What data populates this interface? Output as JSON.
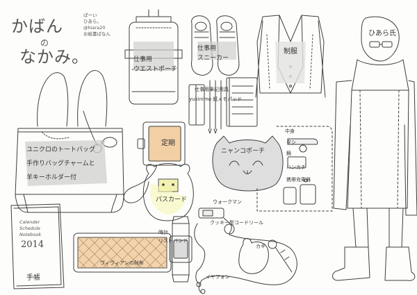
{
  "title": {
    "line1": "かばん",
    "no": "の",
    "line2": "なかみ。"
  },
  "credit": [
    "ぱーい",
    "ひあら。",
    "@hiara20",
    "お絵書ばなん"
  ],
  "items": {
    "tote": [
      "ユニクロのトートバッグ",
      "手作りバッグチャームと",
      "羊キーホルダー付"
    ],
    "waist_pouch": [
      "仕事用",
      "ウエストポーチ"
    ],
    "sneakers": [
      "仕事用",
      "スニーカー"
    ],
    "uniform": "制服",
    "character": "ひあら氏",
    "stationery": [
      "仕事用筆記用具",
      "yukinimo 紙メモパッド"
    ],
    "pass_case": "定期",
    "cat_pouch": "ニャンコポーチ",
    "contents_title": "中身",
    "contents": [
      "タシ",
      "鏡",
      "ハンカチ",
      "携帯充電器"
    ],
    "ic_card": "パスカード",
    "walkman": "ウォークマン",
    "cookie_reel": "クッキー型コードリール",
    "watch": [
      "時計",
      "リストバンド"
    ],
    "key": "カギ",
    "earphones": "イヤフォン",
    "wallet": "ヴィヴィアンの財布",
    "notebook_cover": [
      "Calender",
      "Schedule",
      "Notebook"
    ],
    "notebook_year": "2014",
    "notebook": "手帳"
  },
  "colors": {
    "line": "#3d3d3d",
    "highlight": "#cfcfcf",
    "tan": "#f2cfa4",
    "paper": "#fdfdfb"
  }
}
